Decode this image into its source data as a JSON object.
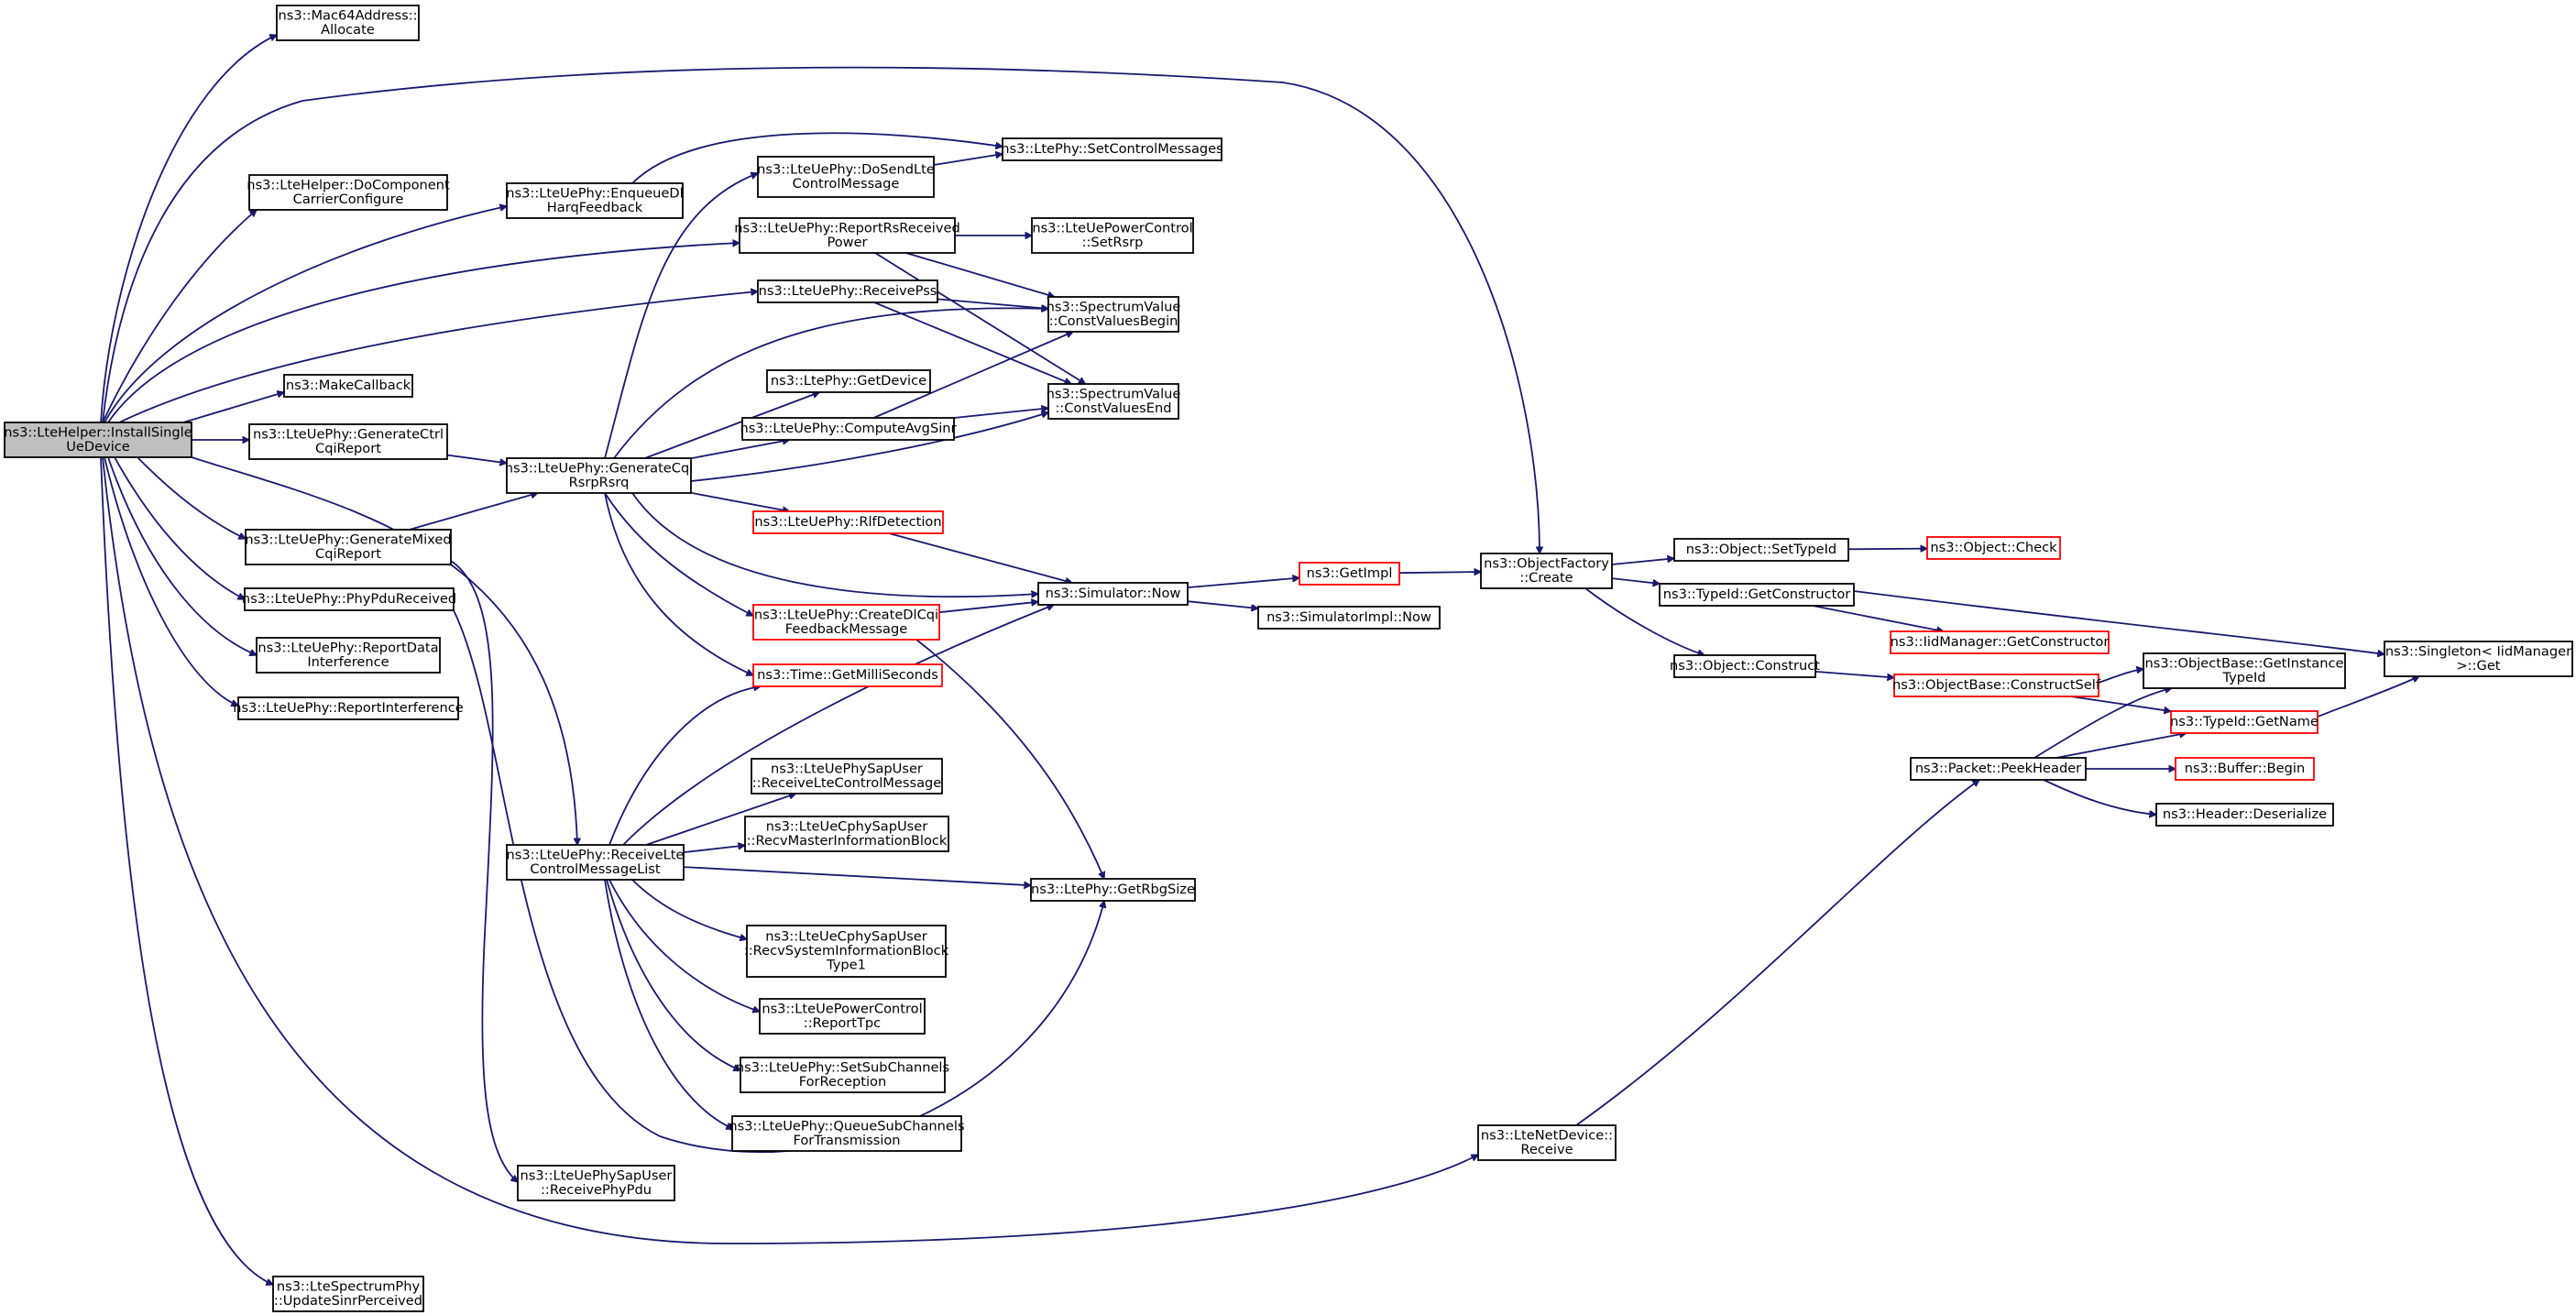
{
  "graph": {
    "root": "install",
    "nodes": {
      "install": {
        "lines": [
          "ns3::LteHelper::InstallSingle",
          "UeDevice"
        ],
        "kind": "root",
        "interactable": false
      },
      "mac64": {
        "lines": [
          "ns3::Mac64Address::",
          "Allocate"
        ],
        "kind": "normal"
      },
      "docomp": {
        "lines": [
          "ns3::LteHelper::DoComponent",
          "CarrierConfigure"
        ],
        "kind": "normal"
      },
      "makecb": {
        "lines": [
          "ns3::MakeCallback"
        ],
        "kind": "normal"
      },
      "genctrl": {
        "lines": [
          "ns3::LteUePhy::GenerateCtrl",
          "CqiReport"
        ],
        "kind": "normal"
      },
      "genmixed": {
        "lines": [
          "ns3::LteUePhy::GenerateMixed",
          "CqiReport"
        ],
        "kind": "normal"
      },
      "phypdu": {
        "lines": [
          "ns3::LteUePhy::PhyPduReceived"
        ],
        "kind": "normal"
      },
      "repdata": {
        "lines": [
          "ns3::LteUePhy::ReportData",
          "Interference"
        ],
        "kind": "normal"
      },
      "repint": {
        "lines": [
          "ns3::LteUePhy::ReportInterference"
        ],
        "kind": "normal"
      },
      "updsinr": {
        "lines": [
          "ns3::LteSpectrumPhy",
          "::UpdateSinrPerceived"
        ],
        "kind": "normal"
      },
      "enqueue": {
        "lines": [
          "ns3::LteUePhy::EnqueueDl",
          "HarqFeedback"
        ],
        "kind": "normal"
      },
      "gencqi": {
        "lines": [
          "ns3::LteUePhy::GenerateCqi",
          "RsrpRsrq"
        ],
        "kind": "normal"
      },
      "recvctrl": {
        "lines": [
          "ns3::LteUePhy::ReceiveLte",
          "ControlMessageList"
        ],
        "kind": "normal"
      },
      "recvphypdu": {
        "lines": [
          "ns3::LteUePhySapUser",
          "::ReceivePhyPdu"
        ],
        "kind": "normal"
      },
      "dosend": {
        "lines": [
          "ns3::LteUePhy::DoSendLte",
          "ControlMessage"
        ],
        "kind": "normal"
      },
      "reportrs": {
        "lines": [
          "ns3::LteUePhy::ReportRsReceived",
          "Power"
        ],
        "kind": "normal"
      },
      "recvpss": {
        "lines": [
          "ns3::LteUePhy::ReceivePss"
        ],
        "kind": "normal"
      },
      "getdevice": {
        "lines": [
          "ns3::LtePhy::GetDevice"
        ],
        "kind": "normal"
      },
      "computesinr": {
        "lines": [
          "ns3::LteUePhy::ComputeAvgSinr"
        ],
        "kind": "normal"
      },
      "rlf": {
        "lines": [
          "ns3::LteUePhy::RlfDetection"
        ],
        "kind": "trunc"
      },
      "createdl": {
        "lines": [
          "ns3::LteUePhy::CreateDlCqi",
          "FeedbackMessage"
        ],
        "kind": "trunc"
      },
      "getms": {
        "lines": [
          "ns3::Time::GetMilliSeconds"
        ],
        "kind": "trunc"
      },
      "recvltectrl": {
        "lines": [
          "ns3::LteUePhySapUser",
          "::ReceiveLteControlMessage"
        ],
        "kind": "normal"
      },
      "recvmib": {
        "lines": [
          "ns3::LteUeCphySapUser",
          "::RecvMasterInformationBlock"
        ],
        "kind": "normal"
      },
      "recvsib": {
        "lines": [
          "ns3::LteUeCphySapUser",
          "::RecvSystemInformationBlock",
          "Type1"
        ],
        "kind": "normal"
      },
      "reporttpc": {
        "lines": [
          "ns3::LteUePowerControl",
          "::ReportTpc"
        ],
        "kind": "normal"
      },
      "setsub": {
        "lines": [
          "ns3::LteUePhy::SetSubChannels",
          "ForReception"
        ],
        "kind": "normal"
      },
      "queuesub": {
        "lines": [
          "ns3::LteUePhy::QueueSubChannels",
          "ForTransmission"
        ],
        "kind": "normal"
      },
      "setctrlmsg": {
        "lines": [
          "ns3::LtePhy::SetControlMessages"
        ],
        "kind": "normal"
      },
      "setrsrp": {
        "lines": [
          "ns3::LteUePowerControl",
          "::SetRsrp"
        ],
        "kind": "normal"
      },
      "cvbegin": {
        "lines": [
          "ns3::SpectrumValue",
          "::ConstValuesBegin"
        ],
        "kind": "normal"
      },
      "cvend": {
        "lines": [
          "ns3::SpectrumValue",
          "::ConstValuesEnd"
        ],
        "kind": "normal"
      },
      "simnow": {
        "lines": [
          "ns3::Simulator::Now"
        ],
        "kind": "normal"
      },
      "getrbg": {
        "lines": [
          "ns3::LtePhy::GetRbgSize"
        ],
        "kind": "normal"
      },
      "getimpl": {
        "lines": [
          "ns3::GetImpl"
        ],
        "kind": "trunc"
      },
      "simimplnow": {
        "lines": [
          "ns3::SimulatorImpl::Now"
        ],
        "kind": "normal"
      },
      "objcreate": {
        "lines": [
          "ns3::ObjectFactory",
          "::Create"
        ],
        "kind": "normal"
      },
      "netrecv": {
        "lines": [
          "ns3::LteNetDevice::",
          "Receive"
        ],
        "kind": "normal"
      },
      "settypeid": {
        "lines": [
          "ns3::Object::SetTypeId"
        ],
        "kind": "normal"
      },
      "objcheck": {
        "lines": [
          "ns3::Object::Check"
        ],
        "kind": "trunc"
      },
      "getctor": {
        "lines": [
          "ns3::TypeId::GetConstructor"
        ],
        "kind": "normal"
      },
      "iidctor": {
        "lines": [
          "ns3::IidManager::GetConstructor"
        ],
        "kind": "trunc"
      },
      "objconstruct": {
        "lines": [
          "ns3::Object::Construct"
        ],
        "kind": "normal"
      },
      "constructself": {
        "lines": [
          "ns3::ObjectBase::ConstructSelf"
        ],
        "kind": "trunc"
      },
      "getinstance": {
        "lines": [
          "ns3::ObjectBase::GetInstance",
          "TypeId"
        ],
        "kind": "normal"
      },
      "getname": {
        "lines": [
          "ns3::TypeId::GetName"
        ],
        "kind": "trunc"
      },
      "peekheader": {
        "lines": [
          "ns3::Packet::PeekHeader"
        ],
        "kind": "normal"
      },
      "bufbegin": {
        "lines": [
          "ns3::Buffer::Begin"
        ],
        "kind": "trunc"
      },
      "deserialize": {
        "lines": [
          "ns3::Header::Deserialize"
        ],
        "kind": "normal"
      },
      "singleton": {
        "lines": [
          "ns3::Singleton< IidManager",
          ">::Get"
        ],
        "kind": "normal"
      }
    },
    "edges": [
      [
        "install",
        "mac64"
      ],
      [
        "install",
        "objcreate"
      ],
      [
        "install",
        "docomp"
      ],
      [
        "install",
        "enqueue"
      ],
      [
        "install",
        "reportrs"
      ],
      [
        "install",
        "recvpss"
      ],
      [
        "install",
        "makecb"
      ],
      [
        "install",
        "genctrl"
      ],
      [
        "install",
        "genmixed"
      ],
      [
        "install",
        "phypdu"
      ],
      [
        "install",
        "repdata"
      ],
      [
        "install",
        "repint"
      ],
      [
        "install",
        "recvctrl"
      ],
      [
        "install",
        "netrecv"
      ],
      [
        "install",
        "updsinr"
      ],
      [
        "enqueue",
        "setctrlmsg"
      ],
      [
        "dosend",
        "setctrlmsg"
      ],
      [
        "reportrs",
        "setrsrp"
      ],
      [
        "reportrs",
        "cvbegin"
      ],
      [
        "reportrs",
        "cvend"
      ],
      [
        "recvpss",
        "cvbegin"
      ],
      [
        "recvpss",
        "cvend"
      ],
      [
        "genctrl",
        "gencqi"
      ],
      [
        "genmixed",
        "gencqi"
      ],
      [
        "genmixed",
        "recvphypdu"
      ],
      [
        "phypdu",
        "getrbg"
      ],
      [
        "gencqi",
        "dosend"
      ],
      [
        "gencqi",
        "cvbegin"
      ],
      [
        "gencqi",
        "getdevice"
      ],
      [
        "gencqi",
        "computesinr"
      ],
      [
        "gencqi",
        "cvend"
      ],
      [
        "gencqi",
        "rlf"
      ],
      [
        "gencqi",
        "simnow"
      ],
      [
        "gencqi",
        "createdl"
      ],
      [
        "gencqi",
        "getms"
      ],
      [
        "computesinr",
        "cvbegin"
      ],
      [
        "computesinr",
        "cvend"
      ],
      [
        "rlf",
        "simnow"
      ],
      [
        "createdl",
        "simnow"
      ],
      [
        "createdl",
        "getrbg"
      ],
      [
        "recvctrl",
        "getms"
      ],
      [
        "recvctrl",
        "simnow"
      ],
      [
        "recvctrl",
        "recvltectrl"
      ],
      [
        "recvctrl",
        "recvmib"
      ],
      [
        "recvctrl",
        "getrbg"
      ],
      [
        "recvctrl",
        "recvsib"
      ],
      [
        "recvctrl",
        "reporttpc"
      ],
      [
        "recvctrl",
        "setsub"
      ],
      [
        "recvctrl",
        "queuesub"
      ],
      [
        "simnow",
        "getimpl"
      ],
      [
        "simnow",
        "simimplnow"
      ],
      [
        "getimpl",
        "objcreate"
      ],
      [
        "objcreate",
        "settypeid"
      ],
      [
        "objcreate",
        "getctor"
      ],
      [
        "objcreate",
        "objconstruct"
      ],
      [
        "settypeid",
        "objcheck"
      ],
      [
        "getctor",
        "iidctor"
      ],
      [
        "getctor",
        "singleton"
      ],
      [
        "objconstruct",
        "constructself"
      ],
      [
        "constructself",
        "getinstance"
      ],
      [
        "constructself",
        "getname"
      ],
      [
        "getname",
        "singleton"
      ],
      [
        "netrecv",
        "peekheader"
      ],
      [
        "peekheader",
        "getinstance"
      ],
      [
        "peekheader",
        "getname"
      ],
      [
        "peekheader",
        "bufbegin"
      ],
      [
        "peekheader",
        "deserialize"
      ]
    ]
  },
  "colors": {
    "edge": "#191970",
    "node_border": "#000000",
    "truncated_border": "#ff0000",
    "root_fill": "#bfbfbf",
    "node_fill": "#ffffff"
  }
}
